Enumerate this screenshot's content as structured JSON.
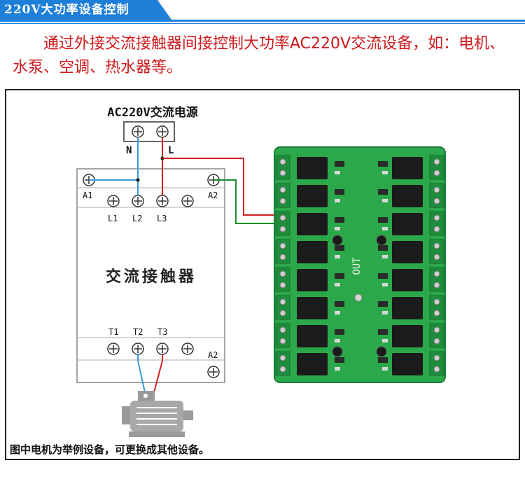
{
  "header": {
    "title": "220V大功率设备控制"
  },
  "intro": {
    "text": "通过外接交流接触器间接控制大功率AC220V交流设备，如：电机、水泵、空调、热水器等。"
  },
  "diagram": {
    "power_source_label": "AC220V交流电源",
    "terminal_n": "N",
    "terminal_l": "L",
    "contactor_label": "交流接触器",
    "contactor_terminals_top": {
      "a1": "A1",
      "a2": "A2",
      "l1": "L1",
      "l2": "L2",
      "l3": "L3"
    },
    "contactor_terminals_bottom": {
      "t1": "T1",
      "t2": "T2",
      "t3": "T3",
      "a2": "A2"
    },
    "board_label": "OUT",
    "wire_colors": {
      "blue": "#3a9ad9",
      "red": "#d42020",
      "green": "#1a8c2a"
    }
  },
  "caption": {
    "text": "图中电机为举例设备，可更换成其他设备。"
  }
}
